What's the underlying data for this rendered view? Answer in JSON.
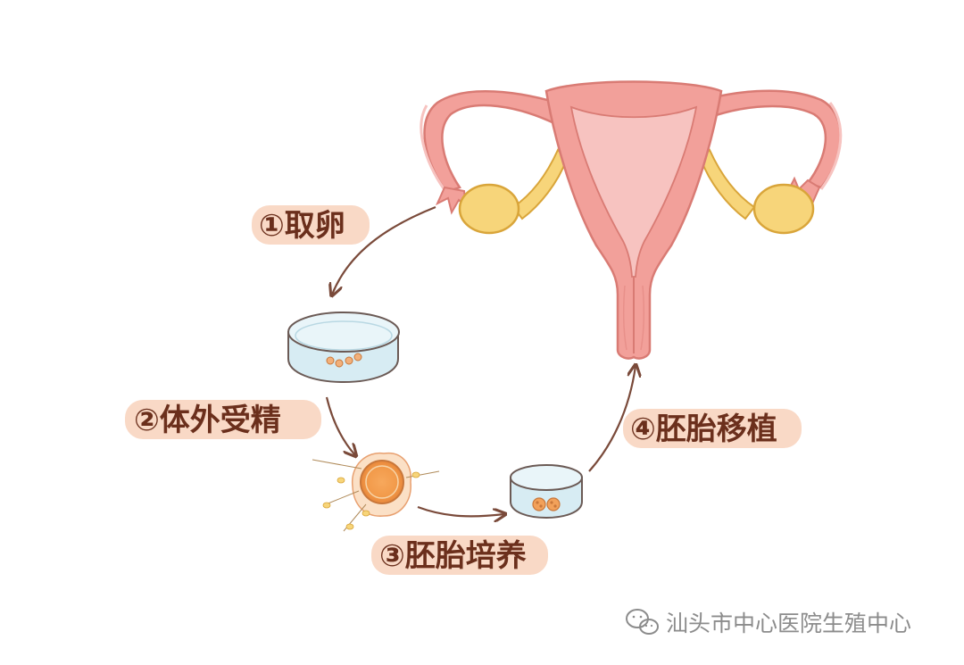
{
  "steps": [
    {
      "label": "①取卵"
    },
    {
      "label": "②体外受精"
    },
    {
      "label": "③胚胎培养"
    },
    {
      "label": "④胚胎移植"
    }
  ],
  "watermark": {
    "text": "汕头市中心医院生殖中心",
    "icon": "wechat-icon"
  },
  "colors": {
    "uterus_body": "#f2a09a",
    "uterus_inner": "#f7c3c0",
    "uterus_outline": "#d97b74",
    "ovary": "#f7d57a",
    "ovary_outline": "#d9a53a",
    "arrow": "#7a4a3a",
    "label_bg": "#f9d9c6",
    "label_text": "#6b2f1c",
    "dish": "#d7ecf3",
    "egg_outer": "#f7c08a",
    "egg_inner": "#f2a15a"
  }
}
